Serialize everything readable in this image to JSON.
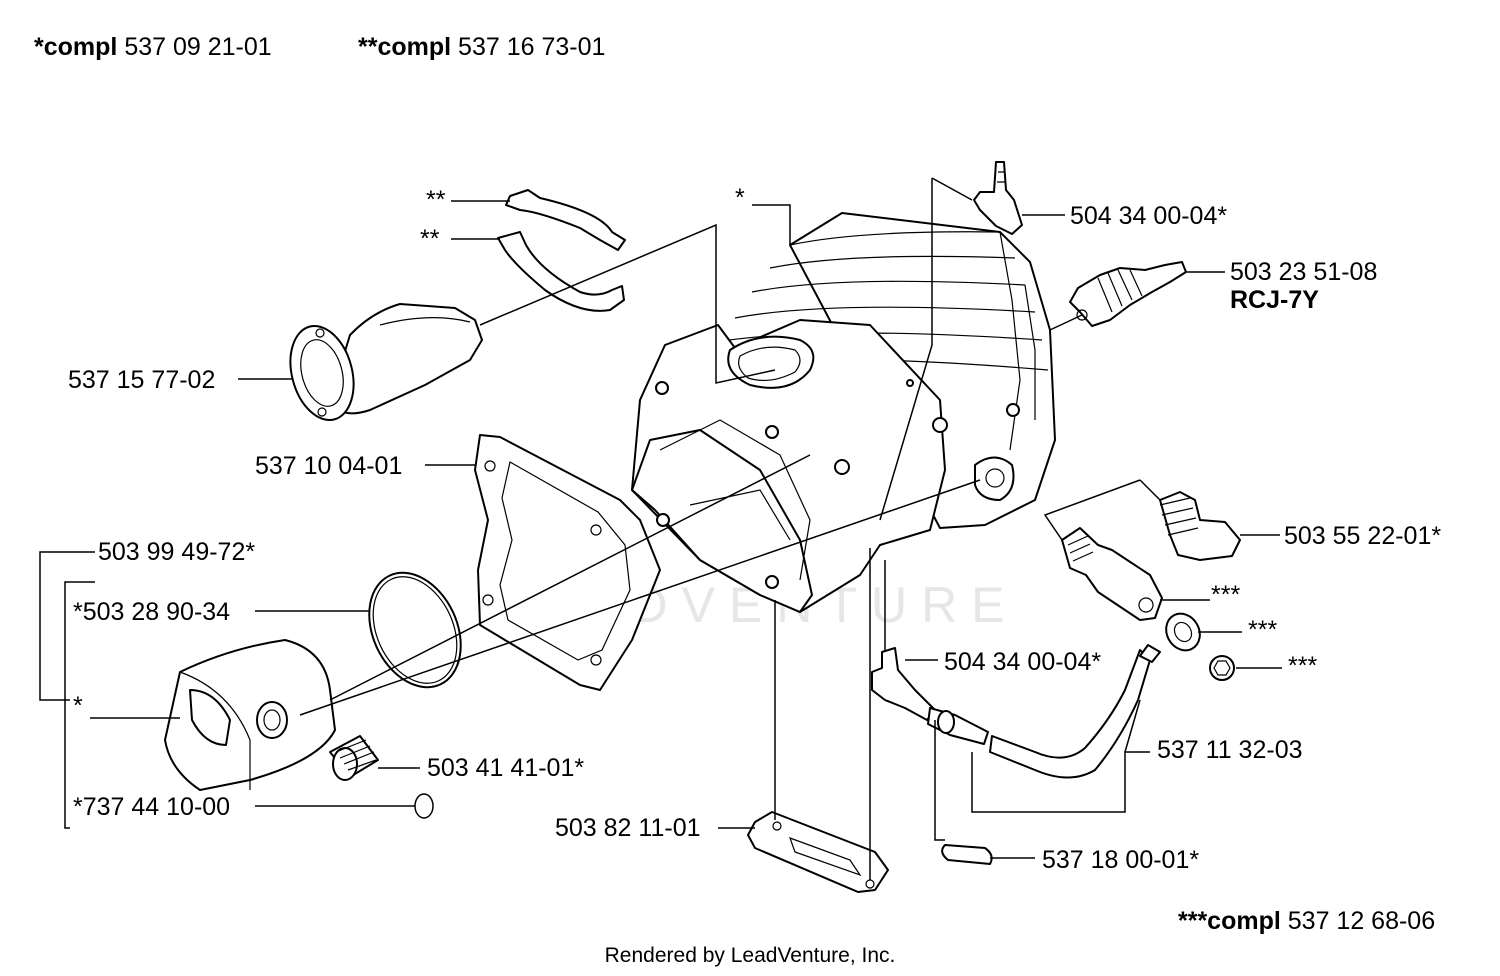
{
  "header": {
    "compl1_prefix": "*compl",
    "compl1_num": "537 09 21-01",
    "compl2_prefix": "**compl",
    "compl2_num": "537 16 73-01"
  },
  "footer_compl": {
    "prefix": "***compl",
    "num": "537 12 68-06"
  },
  "labels": {
    "star2_a": "**",
    "star2_b": "**",
    "star1_top": "*",
    "elbow_top": "504 34 00-04*",
    "spark_plug": "503 23 51-08",
    "spark_plug_type": "RCJ-7Y",
    "intake": "537 15 77-02",
    "gasket": "537 10 04-01",
    "plug_right": "503 55 22-01*",
    "star3_a": "***",
    "star3_b": "***",
    "star3_c": "***",
    "piston_kit": "503 99 49-72*",
    "ring": "*503 28 90-34",
    "star1_piston": "*",
    "elbow_mid": "504 34 00-04*",
    "hose": "537 11 32-03",
    "bearing": "503 41 41-01*",
    "pin": "*737 44 10-00",
    "base_gasket": "503 82 11-01",
    "cap": "537 18 00-01*"
  },
  "watermark": "LEADVENTURE",
  "rendered_by": "Rendered by LeadVenture, Inc."
}
